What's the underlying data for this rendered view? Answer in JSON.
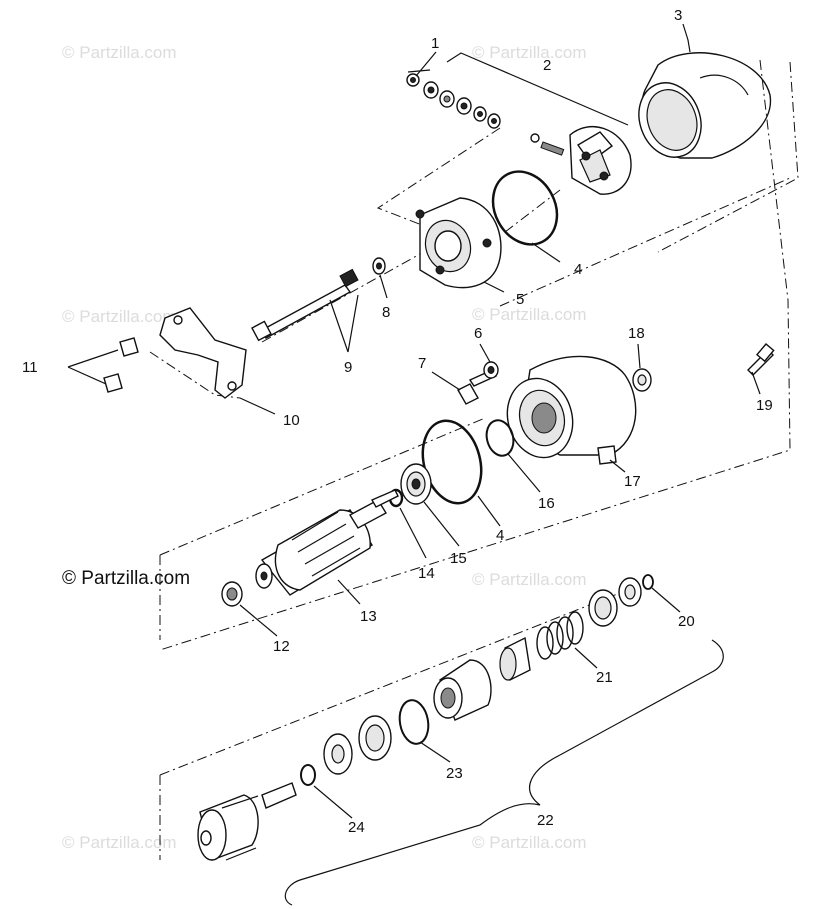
{
  "watermarks": {
    "small": "© Partzilla.com",
    "main": "© Partzilla.com"
  },
  "callouts": [
    "1",
    "2",
    "3",
    "4",
    "5",
    "8",
    "9",
    "11",
    "10",
    "6",
    "7",
    "18",
    "19",
    "17",
    "16",
    "4",
    "15",
    "14",
    "13",
    "12",
    "20",
    "21",
    "23",
    "22",
    "24"
  ]
}
